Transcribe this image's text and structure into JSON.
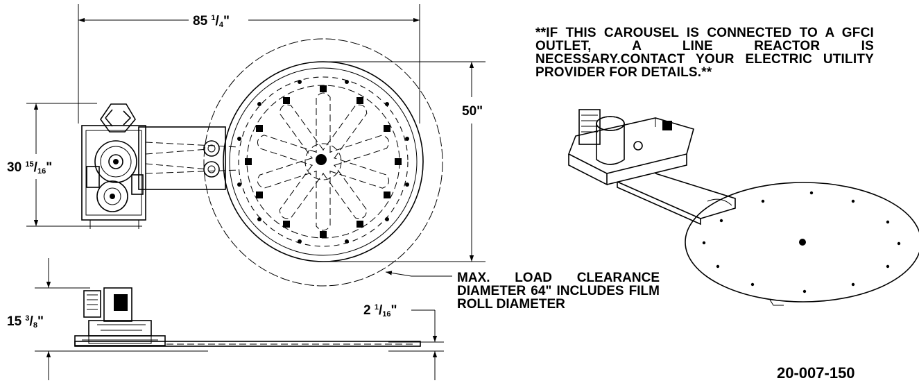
{
  "dimensions": {
    "overall_width": {
      "whole": "85",
      "num": "1",
      "den": "4",
      "unit": "\""
    },
    "platform_diameter": {
      "text": "50\""
    },
    "base_depth": {
      "whole": "30",
      "num": "15",
      "den": "16",
      "unit": "\""
    },
    "overall_height": {
      "whole": "15",
      "num": "3",
      "den": "8",
      "unit": "\""
    },
    "platform_height": {
      "whole": "2",
      "num": "1",
      "den": "16",
      "unit": "\""
    }
  },
  "notes": {
    "gfci_warning": "**IF THIS CAROUSEL IS CONNECTED TO A GFCI OUTLET, A LINE REACTOR IS NECESSARY.CONTACT YOUR ELECTRIC UTILITY PROVIDER FOR DETAILS.**",
    "load_clearance": "MAX. LOAD CLEARANCE DIAMETER 64\" INCLUDES FILM ROLL DIAMETER"
  },
  "part_number": "20-007-150"
}
